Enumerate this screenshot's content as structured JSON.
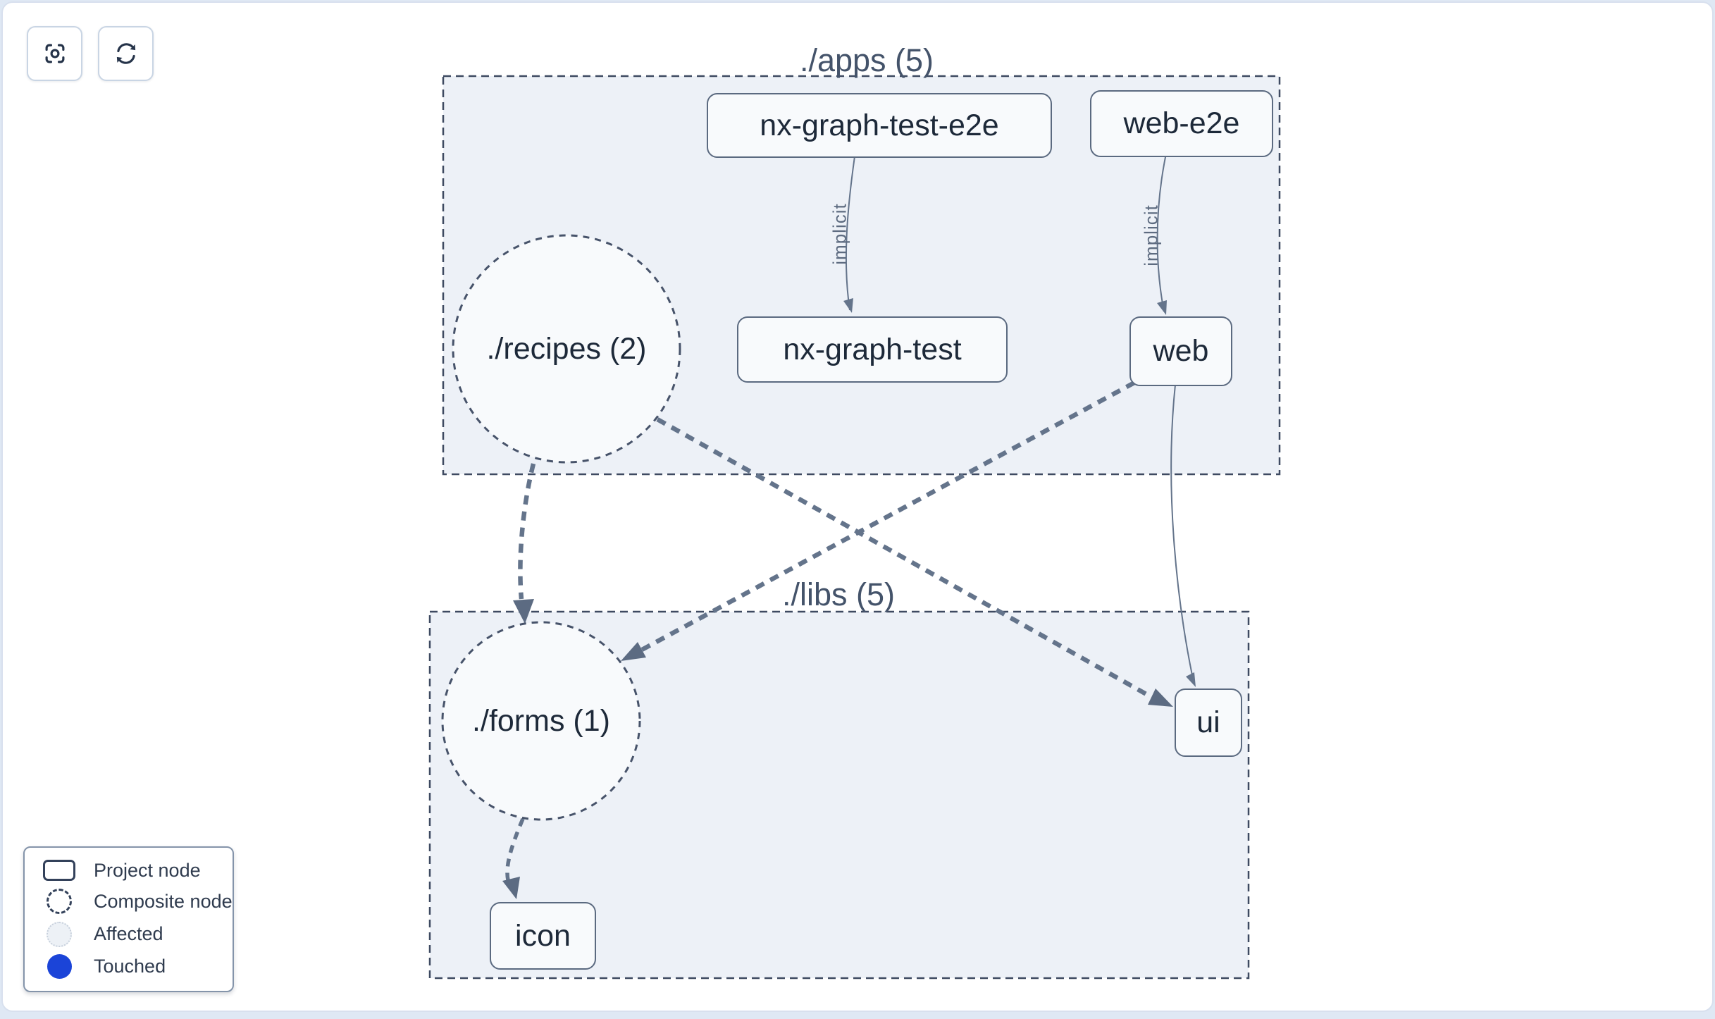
{
  "toolbar": {
    "buttons": [
      {
        "icon": "focus-icon"
      },
      {
        "icon": "refresh-icon"
      }
    ]
  },
  "groups": [
    {
      "id": "apps",
      "label": "./apps (5)"
    },
    {
      "id": "libs",
      "label": "./libs (5)"
    }
  ],
  "composite_nodes": [
    {
      "id": "recipes",
      "label": "./recipes (2)"
    },
    {
      "id": "forms",
      "label": "./forms (1)"
    }
  ],
  "project_nodes": [
    {
      "id": "nx-graph-test-e2e",
      "label": "nx-graph-test-e2e"
    },
    {
      "id": "web-e2e",
      "label": "web-e2e"
    },
    {
      "id": "nx-graph-test",
      "label": "nx-graph-test"
    },
    {
      "id": "web",
      "label": "web"
    },
    {
      "id": "ui",
      "label": "ui"
    },
    {
      "id": "icon",
      "label": "icon"
    }
  ],
  "edges": [
    {
      "from": "nx-graph-test-e2e",
      "to": "nx-graph-test",
      "label": "implicit",
      "style": "solid-thin"
    },
    {
      "from": "web-e2e",
      "to": "web",
      "label": "implicit",
      "style": "solid-thin"
    },
    {
      "from": "./recipes",
      "to": "./forms",
      "label": "",
      "style": "dashed-thick"
    },
    {
      "from": "./recipes",
      "to": "ui",
      "label": "",
      "style": "dashed-thick"
    },
    {
      "from": "web",
      "to": "./forms",
      "label": "",
      "style": "dashed-thick"
    },
    {
      "from": "web",
      "to": "ui",
      "label": "",
      "style": "solid-thin"
    },
    {
      "from": "./forms",
      "to": "icon",
      "label": "",
      "style": "dashed-thick"
    }
  ],
  "legend": {
    "items": [
      {
        "key": "project-node",
        "label": "Project node"
      },
      {
        "key": "composite-node",
        "label": "Composite node"
      },
      {
        "key": "affected",
        "label": "Affected"
      },
      {
        "key": "touched",
        "label": "Touched"
      }
    ]
  },
  "colors": {
    "touched": "#1b44d8",
    "edge": "#64748b",
    "group_fill": "#edf1f7",
    "group_stroke": "#3e4a61",
    "node_fill": "#f8fafc",
    "node_border": "#5b6a80",
    "node_text": "#1d2939"
  }
}
